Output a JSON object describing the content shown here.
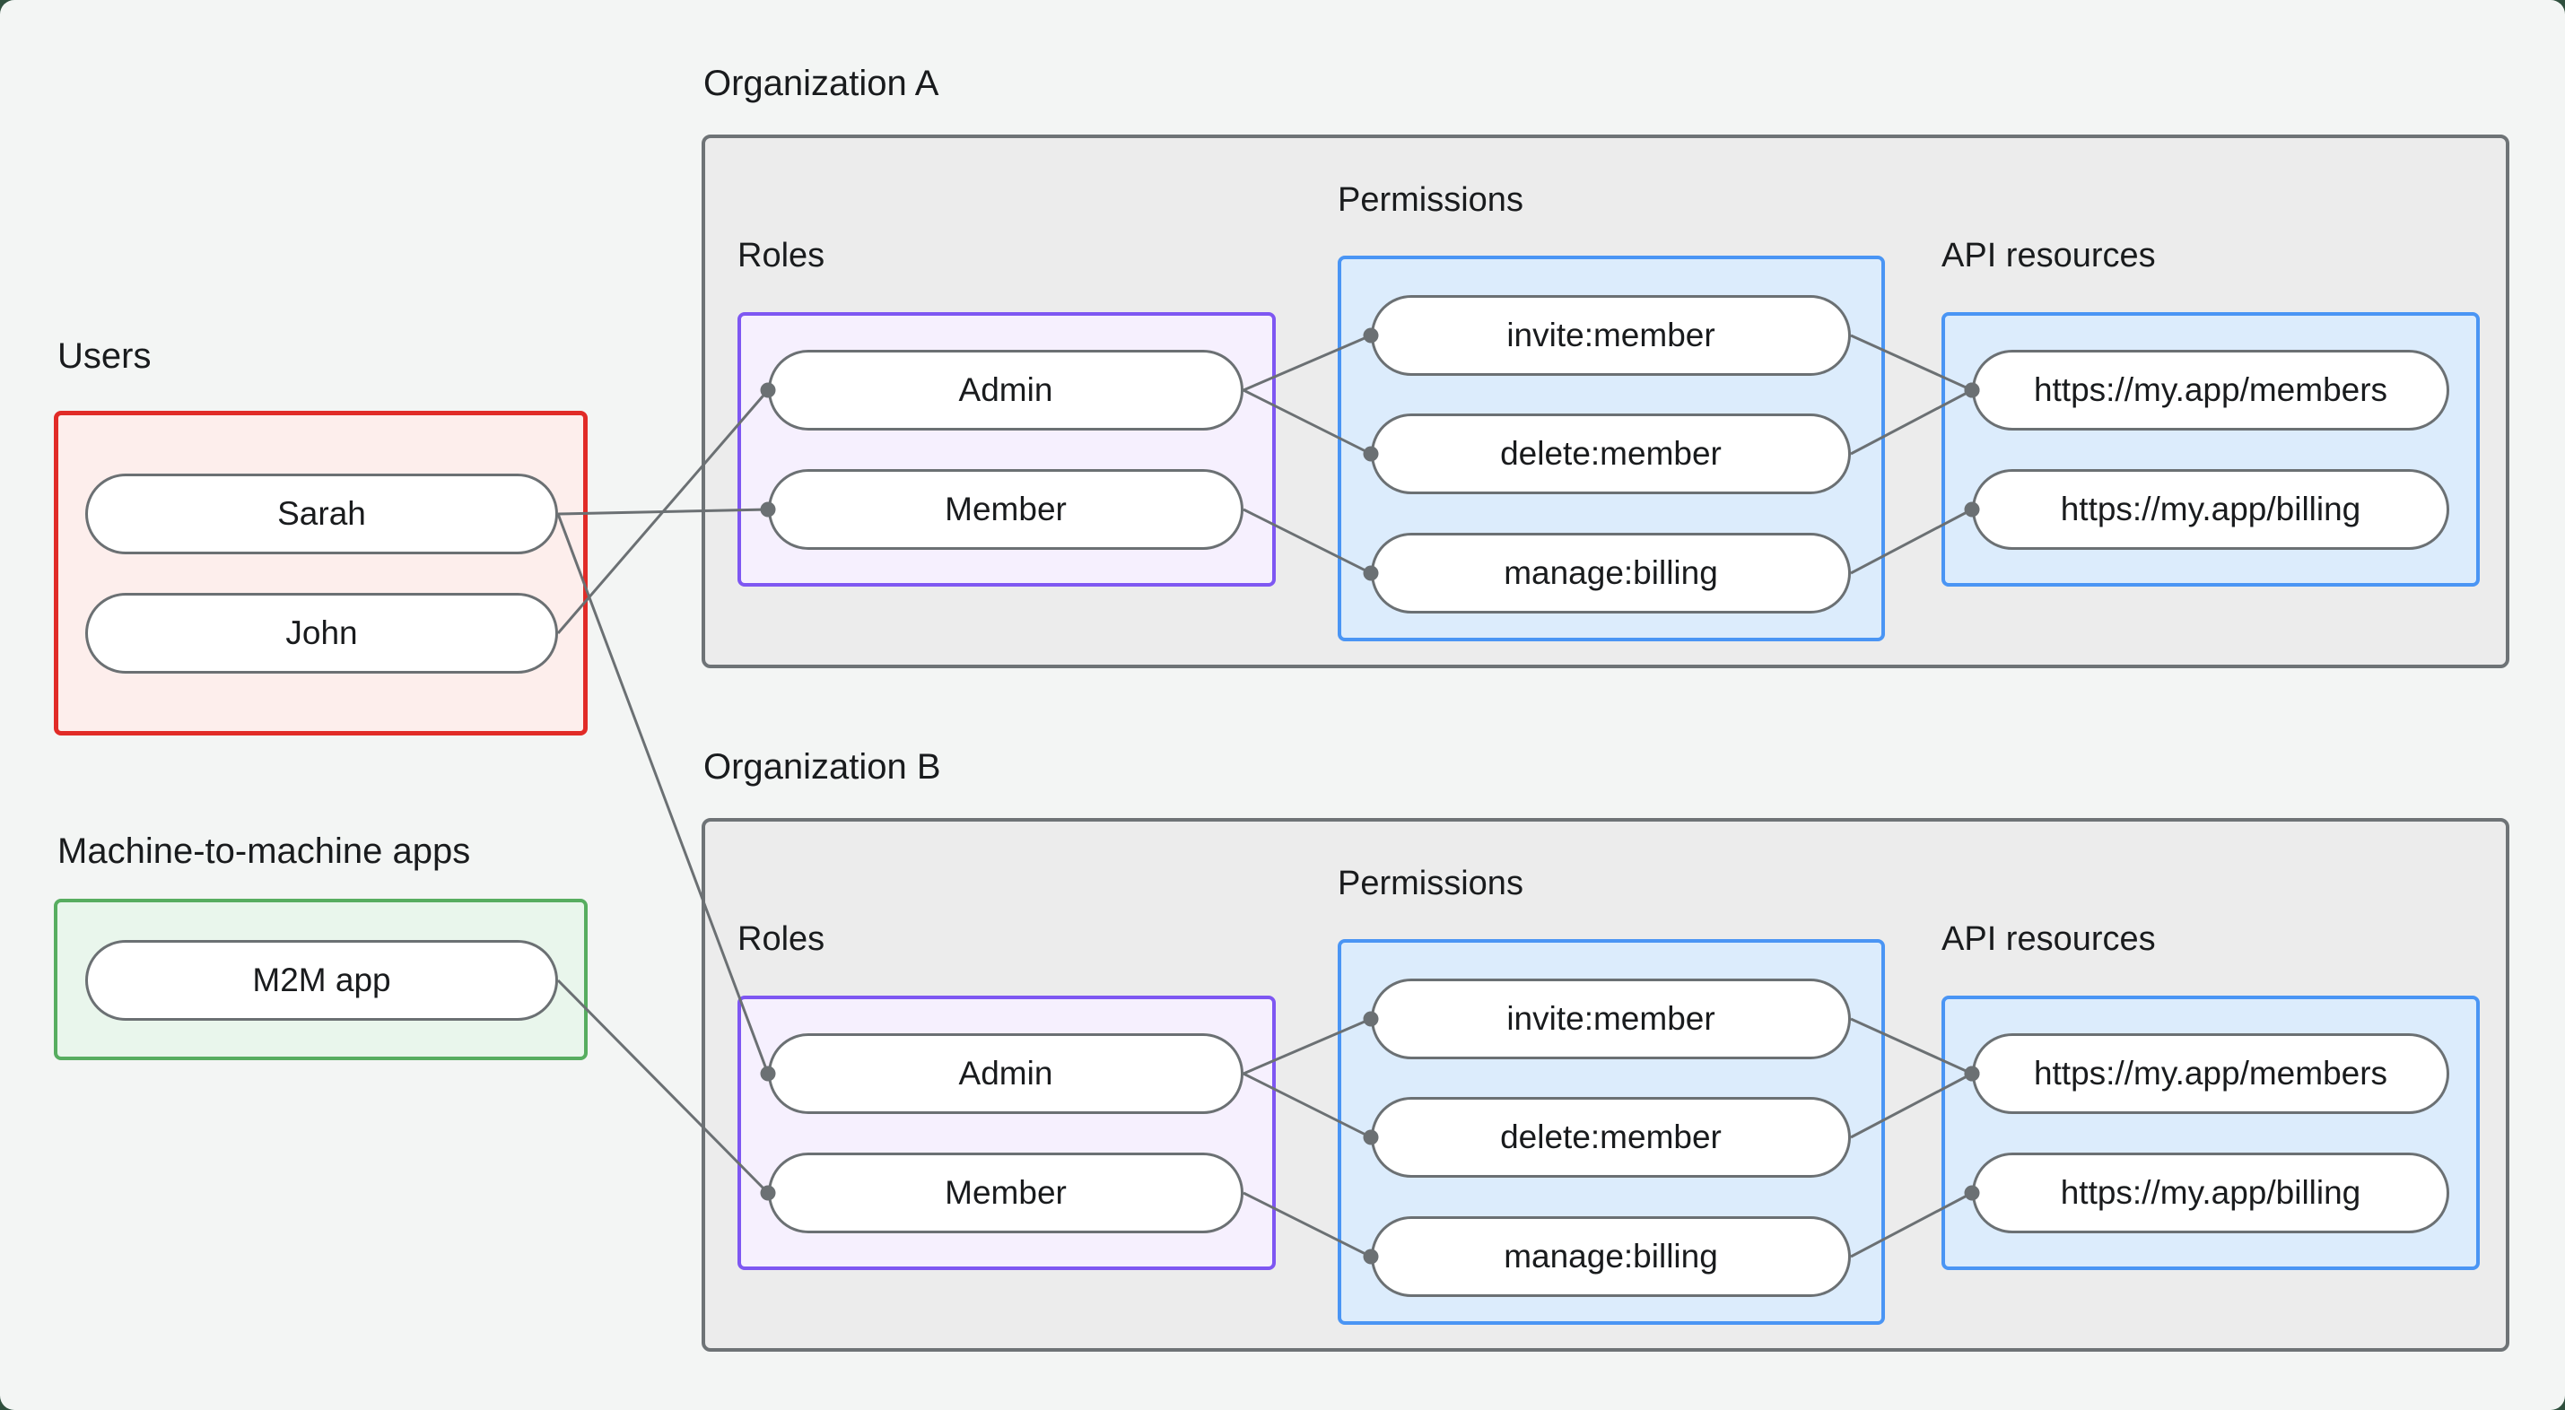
{
  "sections": {
    "users": {
      "title": "Users",
      "nodes": [
        {
          "id": "sarah",
          "label": "Sarah"
        },
        {
          "id": "john",
          "label": "John"
        }
      ]
    },
    "m2m": {
      "title": "Machine-to-machine apps",
      "nodes": [
        {
          "id": "m2m",
          "label": "M2M app"
        }
      ]
    }
  },
  "orgs": [
    {
      "title": "Organization A",
      "roles_label": "Roles",
      "permissions_label": "Permissions",
      "api_label": "API resources",
      "roles": [
        {
          "id": "admin-a",
          "label": "Admin"
        },
        {
          "id": "member-a",
          "label": "Member"
        }
      ],
      "permissions": [
        {
          "id": "invite-a",
          "label": "invite:member"
        },
        {
          "id": "delete-a",
          "label": "delete:member"
        },
        {
          "id": "manage-a",
          "label": "manage:billing"
        }
      ],
      "api_resources": [
        {
          "id": "members-a",
          "label": "https://my.app/members"
        },
        {
          "id": "billing-a",
          "label": "https://my.app/billing"
        }
      ]
    },
    {
      "title": "Organization B",
      "roles_label": "Roles",
      "permissions_label": "Permissions",
      "api_label": "API resources",
      "roles": [
        {
          "id": "admin-b",
          "label": "Admin"
        },
        {
          "id": "member-b",
          "label": "Member"
        }
      ],
      "permissions": [
        {
          "id": "invite-b",
          "label": "invite:member"
        },
        {
          "id": "delete-b",
          "label": "delete:member"
        },
        {
          "id": "manage-b",
          "label": "manage:billing"
        }
      ],
      "api_resources": [
        {
          "id": "members-b",
          "label": "https://my.app/members"
        },
        {
          "id": "billing-b",
          "label": "https://my.app/billing"
        }
      ]
    }
  ],
  "edges": [
    {
      "from": "sarah",
      "to": "member-a"
    },
    {
      "from": "john",
      "to": "admin-a"
    },
    {
      "from": "sarah",
      "to": "admin-b"
    },
    {
      "from": "m2m",
      "to": "member-b"
    },
    {
      "from": "admin-a",
      "to": "invite-a"
    },
    {
      "from": "admin-a",
      "to": "delete-a"
    },
    {
      "from": "member-a",
      "to": "manage-a"
    },
    {
      "from": "invite-a",
      "to": "members-a"
    },
    {
      "from": "delete-a",
      "to": "members-a"
    },
    {
      "from": "manage-a",
      "to": "billing-a"
    },
    {
      "from": "admin-b",
      "to": "invite-b"
    },
    {
      "from": "admin-b",
      "to": "delete-b"
    },
    {
      "from": "member-b",
      "to": "manage-b"
    },
    {
      "from": "invite-b",
      "to": "members-b"
    },
    {
      "from": "delete-b",
      "to": "members-b"
    },
    {
      "from": "manage-b",
      "to": "billing-b"
    }
  ],
  "edge_style": {
    "stroke_width": 3,
    "dot_radius": 8.5
  },
  "colors": {
    "backdrop": "#30503e",
    "canvas_bg": "#f3f5f4",
    "org_fill": "#ececec",
    "org_border": "#6e7376",
    "users_border": "#e12b27",
    "users_fill": "#fdeeec",
    "m2m_border": "#57ad60",
    "m2m_fill": "#e9f6ec",
    "roles_border": "#7e57f2",
    "roles_fill": "#f6f0fe",
    "perm_border": "#4a95f4",
    "perm_fill": "#dcecfc",
    "node_border": "#6b7073",
    "node_fill": "#ffffff",
    "edge": "#6b7073",
    "text": "#191b1d"
  }
}
